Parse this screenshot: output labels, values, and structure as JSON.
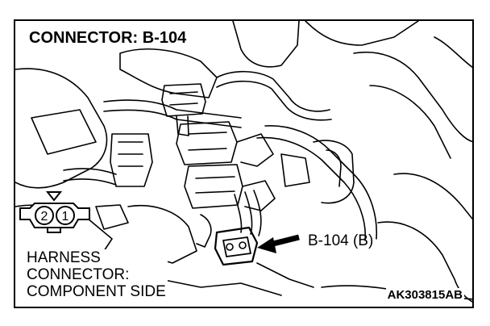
{
  "title": "CONNECTOR: B-104",
  "callout": "B-104 (B)",
  "harness_label": [
    "HARNESS",
    "CONNECTOR:",
    "COMPONENT SIDE"
  ],
  "figure_code": "AK303815AB",
  "connector_pins": [
    "2",
    "1"
  ],
  "colors": {
    "ink": "#000000",
    "paper": "#ffffff"
  }
}
